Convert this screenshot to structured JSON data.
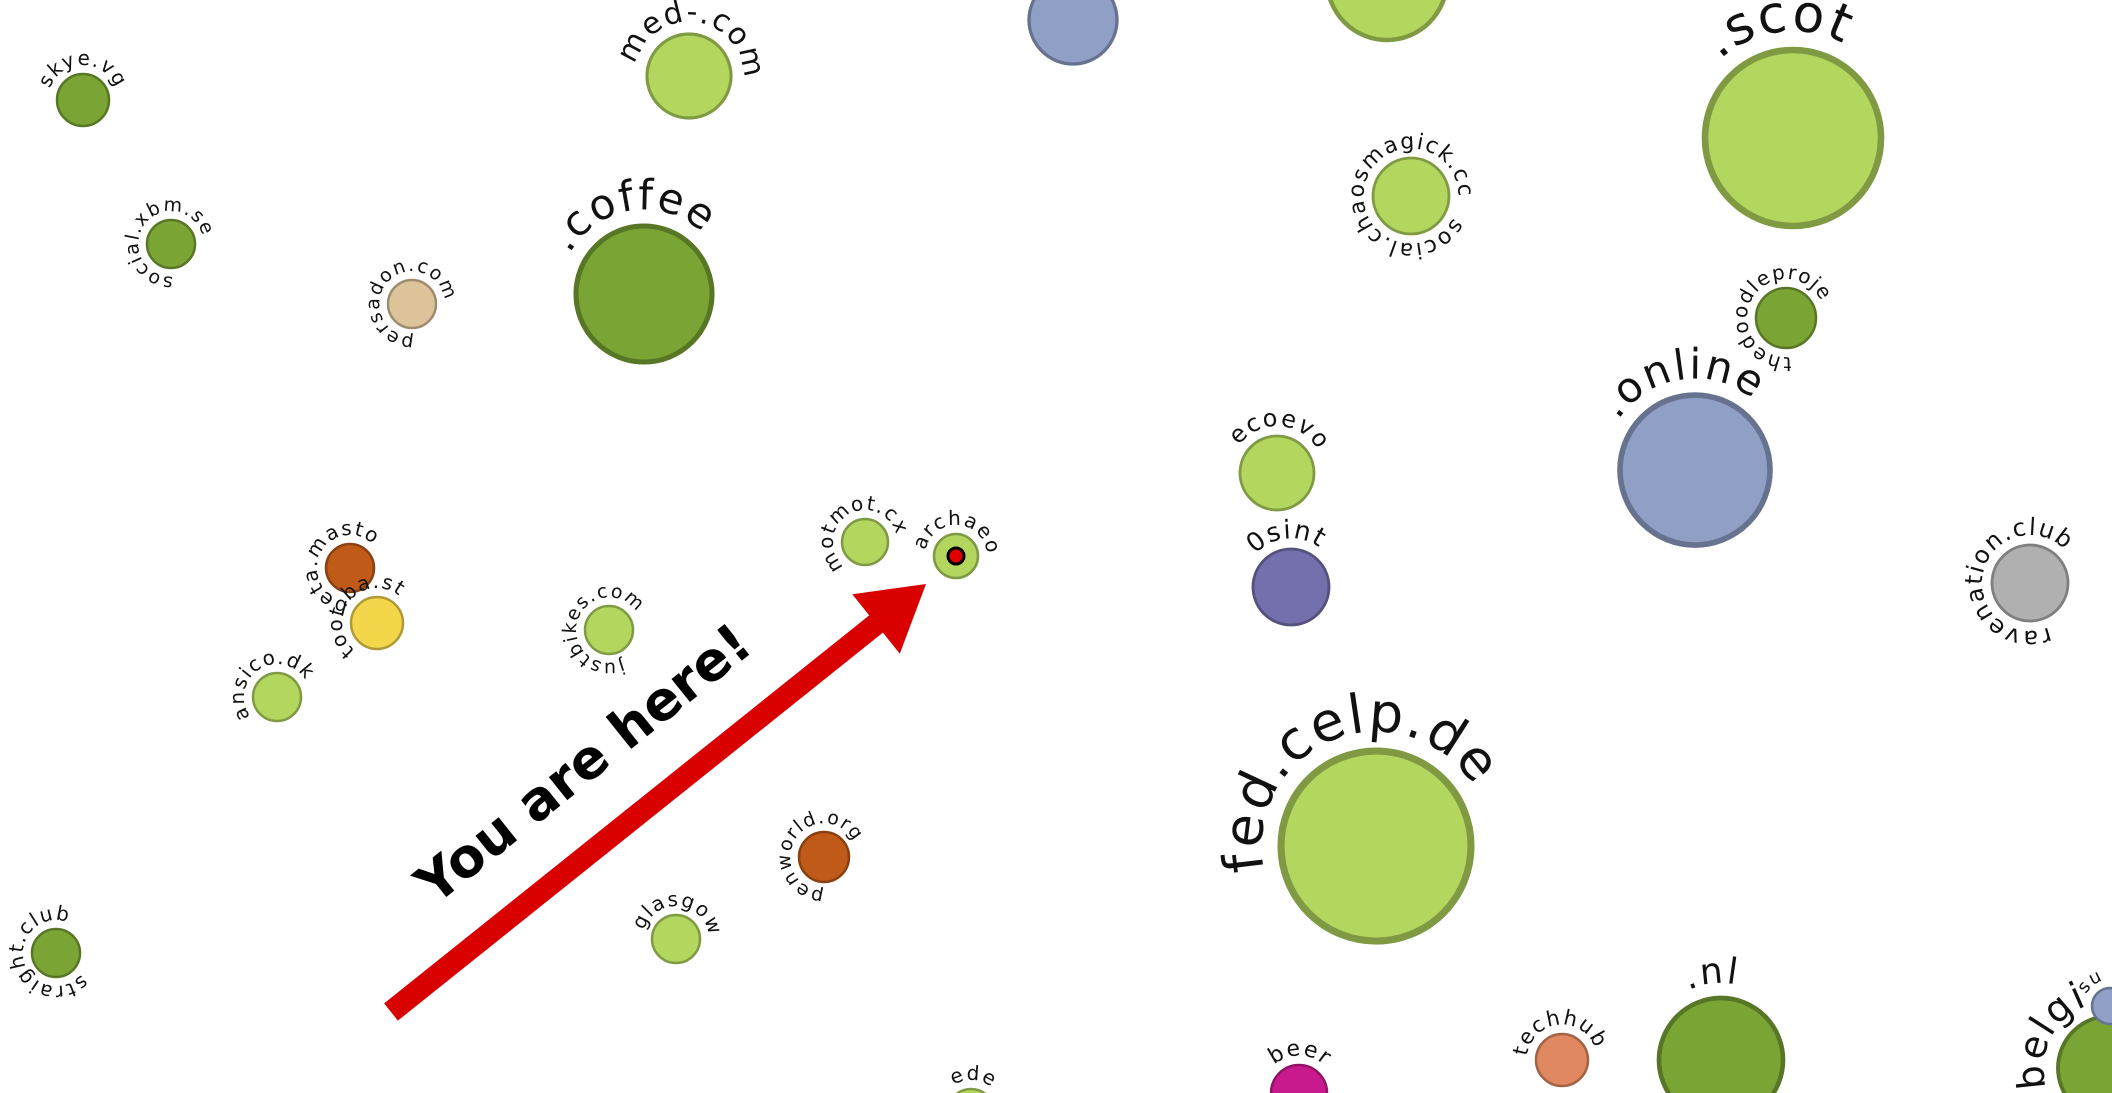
{
  "colors": {
    "light_green": "#b2d65e",
    "dark_green": "#7aa535",
    "blue_gray": "#8f9fc6",
    "slate_blue": "#7470ad",
    "orange_brown": "#c05a18",
    "yellow": "#f4d64a",
    "tan": "#dcc39a",
    "gray": "#b0b0b0",
    "salmon": "#e08860",
    "magenta": "#c81a8c",
    "arrow_red": "#d90000"
  },
  "callout": {
    "text": "You are here!",
    "target": "archaeo"
  },
  "nodes": [
    {
      "id": "skye",
      "label": "skye.vg",
      "color": "dark_green"
    },
    {
      "id": "med",
      "label": "med-.com",
      "color": "light_green"
    },
    {
      "id": "topblue",
      "label": "",
      "color": "blue_gray"
    },
    {
      "id": "topgreen",
      "label": "",
      "color": "light_green"
    },
    {
      "id": "scot",
      "label": ".scot",
      "color": "light_green"
    },
    {
      "id": "xbm",
      "label": "social.xbm.se",
      "color": "dark_green"
    },
    {
      "id": "coffee",
      "label": ".coffee",
      "color": "dark_green"
    },
    {
      "id": "persadon",
      "label": "persadon.com",
      "color": "tan"
    },
    {
      "id": "chaosmagick",
      "label": "social.chaosmagick.cc",
      "color": "light_green"
    },
    {
      "id": "thedoodle",
      "label": "thedoodleproje",
      "color": "dark_green"
    },
    {
      "id": "online",
      "label": ".online",
      "color": "blue_gray"
    },
    {
      "id": "ecoevo",
      "label": "ecoevo",
      "color": "light_green"
    },
    {
      "id": "osint",
      "label": "0sint",
      "color": "slate_blue"
    },
    {
      "id": "ravenation",
      "label": "ravenation.club",
      "color": "gray"
    },
    {
      "id": "betamasto",
      "label": "beta.masto",
      "color": "orange_brown"
    },
    {
      "id": "toottoo",
      "label": "toot.ba.st",
      "color": "yellow"
    },
    {
      "id": "justbikes",
      "label": "justbikes.com",
      "color": "light_green"
    },
    {
      "id": "motmot",
      "label": "motmot.cx",
      "color": "light_green"
    },
    {
      "id": "archaeo",
      "label": "archaeo",
      "color": "light_green",
      "marked": true
    },
    {
      "id": "ansico",
      "label": "ansico.dk",
      "color": "light_green"
    },
    {
      "id": "fedcelp",
      "label": "fed.celp.de",
      "color": "light_green"
    },
    {
      "id": "penworld",
      "label": "penworld.org",
      "color": "orange_brown"
    },
    {
      "id": "glasgow",
      "label": "glasgow",
      "color": "light_green"
    },
    {
      "id": "straight",
      "label": "straight.club",
      "color": "dark_green"
    },
    {
      "id": "nl",
      "label": ".nl",
      "color": "dark_green"
    },
    {
      "id": "techhub",
      "label": "techhub",
      "color": "salmon"
    },
    {
      "id": "beer",
      "label": "beer",
      "color": "magenta"
    },
    {
      "id": "belgi",
      "label": "-belgi",
      "color": "dark_green"
    },
    {
      "id": "su",
      "label": "su",
      "color": "blue_gray"
    },
    {
      "id": "ede",
      "label": "ede",
      "color": "light_green"
    }
  ]
}
